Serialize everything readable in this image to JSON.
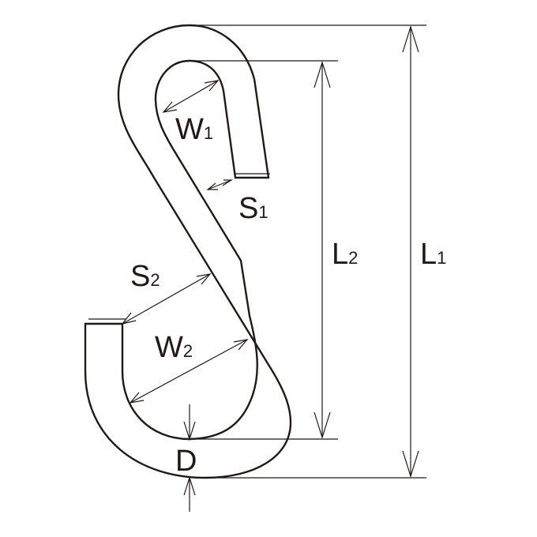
{
  "labels": {
    "W1": {
      "main": "W",
      "sub": "1"
    },
    "S1": {
      "main": "S",
      "sub": "1"
    },
    "S2": {
      "main": "S",
      "sub": "2"
    },
    "W2": {
      "main": "W",
      "sub": "2"
    },
    "L2": {
      "main": "L",
      "sub": "2"
    },
    "L1": {
      "main": "L",
      "sub": "1"
    },
    "D": {
      "main": "D"
    }
  },
  "colors": {
    "line": "#231815",
    "background": "#ffffff"
  }
}
